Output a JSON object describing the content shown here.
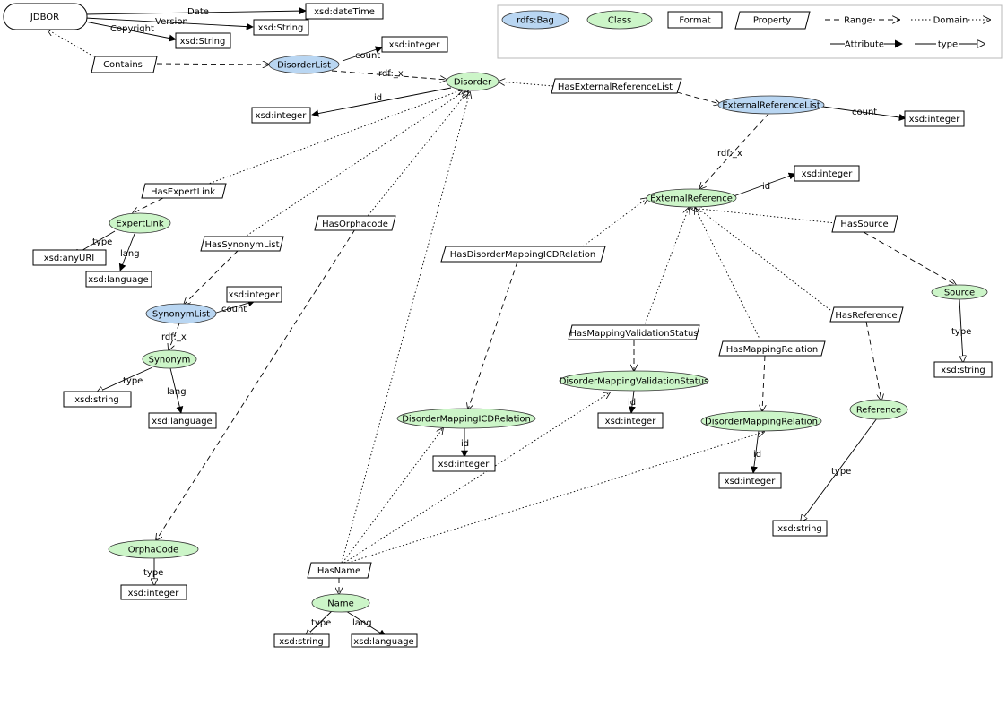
{
  "colors": {
    "class_fill": "#ccf5c8",
    "bag_fill": "#b9d6f2",
    "line": "#000000",
    "legend_border": "#b8b8b8"
  },
  "legend": {
    "bag": "rdfs:Bag",
    "class": "Class",
    "format": "Format",
    "property": "Property",
    "range": "Range",
    "domain": "Domain",
    "attribute": "Attribute",
    "type": "type"
  },
  "nodes": {
    "jdbor": "JDBOR",
    "datetime": "xsd:dateTime",
    "version_string": "xsd:String",
    "copyright_string": "xsd:String",
    "contains": "Contains",
    "disorderlist": "DisorderList",
    "disorderlist_count_int": "xsd:integer",
    "disorder": "Disorder",
    "disorder_id_int": "xsd:integer",
    "hasexternalreferencelist": "HasExternalReferenceList",
    "externalreferencelist": "ExternalReferenceList",
    "extreflist_count_int": "xsd:integer",
    "externalreference": "ExternalReference",
    "extref_id_int": "xsd:integer",
    "hasexpertlink": "HasExpertLink",
    "expertlink": "ExpertLink",
    "anyuri": "xsd:anyURI",
    "expertlink_language": "xsd:language",
    "hasorphacode": "HasOrphacode",
    "hassynonymlist": "HasSynonymList",
    "synonymlist": "SynonymList",
    "synonymlist_count_int": "xsd:integer",
    "synonym": "Synonym",
    "synonym_string": "xsd:string",
    "synonym_language": "xsd:language",
    "hasdisordermappingicdrelation": "HasDisorderMappingICDRelation",
    "hassource": "HasSource",
    "source": "Source",
    "source_string": "xsd:string",
    "hasmappingvalidationstatus": "HasMappingValidationStatus",
    "disordermappingvalidationstatus": "DisorderMappingValidationStatus",
    "validationstatus_id_int": "xsd:integer",
    "hasmappingrelation": "HasMappingRelation",
    "disordermappingrelation": "DisorderMappingRelation",
    "mappingrelation_id_int": "xsd:integer",
    "hasreference": "HasReference",
    "reference": "Reference",
    "reference_string": "xsd:string",
    "disordermappingicdrelation": "DisorderMappingICDRelation",
    "icdrelation_id_int": "xsd:integer",
    "orphacode": "OrphaCode",
    "orphacode_int": "xsd:integer",
    "hasname": "HasName",
    "name": "Name",
    "name_string": "xsd:string",
    "name_language": "xsd:language"
  },
  "edge_labels": {
    "date": "Date",
    "version": "Version",
    "copyright": "Copyright",
    "count": "count",
    "rdf_x": "rdf:_x",
    "id": "id",
    "type": "type",
    "lang": "lang"
  }
}
